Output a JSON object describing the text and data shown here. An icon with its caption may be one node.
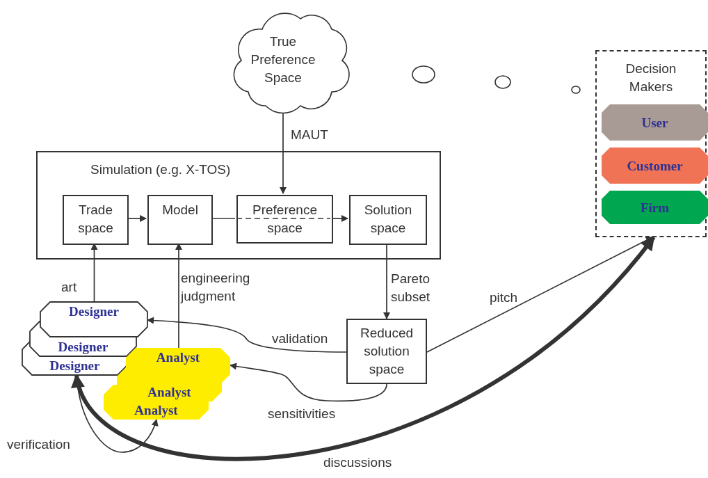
{
  "diagram": {
    "nodes": [
      {
        "text": [
          "True Preference Space"
        ]
      },
      {
        "text": [
          "Simulation (e.g. X-TOS)"
        ]
      },
      {
        "text": [
          "Trade space"
        ],
        "in": 1
      },
      {
        "text": [
          "Model"
        ],
        "in": 1
      },
      {
        "text": [
          "Preference space"
        ],
        "in": 1
      },
      {
        "text": [
          "Solution space"
        ],
        "in": 1
      },
      {
        "text": [
          "Decision Makers"
        ]
      },
      {
        "text": [
          "User"
        ],
        "in": 6
      },
      {
        "text": [
          "Customer"
        ],
        "in": 6
      },
      {
        "text": [
          "Firm"
        ],
        "in": 6
      },
      {
        "text": [
          "Designer"
        ]
      },
      {
        "text": [
          "Designer"
        ]
      },
      {
        "text": [
          "Designer"
        ]
      },
      {
        "text": [
          "Analyst"
        ]
      },
      {
        "text": [
          "Analyst"
        ]
      },
      {
        "text": [
          "Analyst"
        ]
      },
      {
        "text": [
          "Reduced solution space"
        ]
      }
    ],
    "edges": [
      {
        "from": 0,
        "to": 4,
        "arrow": "to",
        "label": "MAUT"
      },
      {
        "from": 2,
        "to": 3,
        "arrow": "to"
      },
      {
        "from": 3,
        "to": 4,
        "arrow": "none"
      },
      {
        "from": 5,
        "to": 16,
        "arrow": "to",
        "label": "Pareto subset"
      },
      {
        "from": 10,
        "to": 2,
        "arrow": "to",
        "label": "art"
      },
      {
        "from": 13,
        "to": 3,
        "arrow": "to",
        "label": "engineering judgment"
      },
      {
        "from": 16,
        "to": 10,
        "arrow": "to",
        "label": "validation"
      },
      {
        "from": 16,
        "to": 13,
        "arrow": "to",
        "label": "sensitivities"
      },
      {
        "from": 16,
        "to": 6,
        "arrow": "to",
        "label": "pitch"
      },
      {
        "from": 12,
        "to": 15,
        "arrow": "both",
        "label": "verification"
      },
      {
        "from": 12,
        "to": 6,
        "arrow": "both",
        "label": "discussions",
        "style": "thick"
      },
      {
        "from": 4,
        "to": 5,
        "arrow": "to"
      }
    ]
  }
}
